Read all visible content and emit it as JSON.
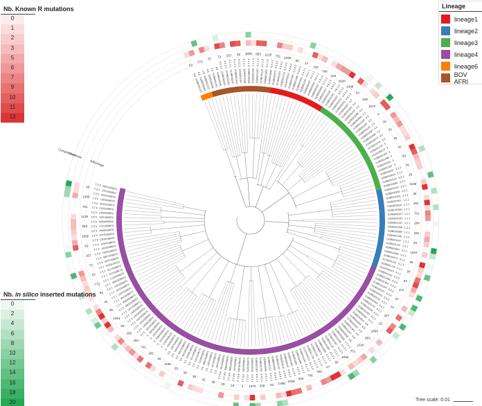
{
  "known_r_legend": {
    "title": "Nb. Known R mutations",
    "levels": [
      "0",
      "1",
      "2",
      "3",
      "5",
      "6",
      "7",
      "9",
      "10",
      "11",
      "13"
    ],
    "colors": [
      "#fdecec",
      "#fbdcdc",
      "#f9cccc",
      "#f6bbbb",
      "#f3a9a9",
      "#f09797",
      "#ec8484",
      "#e87171",
      "#e45f5f",
      "#e04c4c",
      "#dc3535"
    ]
  },
  "insilico_legend": {
    "title_prefix": "Nb.",
    "title_italic": "in silico",
    "title_suffix": "inserted mutations",
    "levels": [
      "0",
      "2",
      "4",
      "6",
      "8",
      "10",
      "12",
      "14",
      "16",
      "18",
      "20"
    ],
    "colors": [
      "#eef8f1",
      "#daf0e1",
      "#c6e8d2",
      "#b2e0c2",
      "#9ed8b2",
      "#8ad0a3",
      "#76c893",
      "#62c084",
      "#4eb874",
      "#3ab065",
      "#26a856"
    ]
  },
  "lineage_legend": {
    "title": "Lineage",
    "items": [
      {
        "label": "lineage1",
        "color": "#e41a1c"
      },
      {
        "label": "lineage2",
        "color": "#377eb8"
      },
      {
        "label": "lineage3",
        "color": "#4daf4a"
      },
      {
        "label": "lineage4",
        "color": "#984ea3"
      },
      {
        "label": "lineage6",
        "color": "#ff7f00"
      },
      {
        "label": "BOV AFRI",
        "color": "#a65628"
      }
    ]
  },
  "ring_labels": [
    "Complement",
    "Database",
    "Lineage",
    "SIT"
  ],
  "scale_bar": {
    "label": "Tree scale: 0.01"
  },
  "tip_labels": {
    "sample_ids": [
      "S19BD02122",
      "S18BD00962",
      "S18BD01337",
      "S20BD00206",
      "S18BD01281",
      "S18BD00367",
      "S18BD02010",
      "S19BD02053",
      "S19BD00267",
      "S19BD01943",
      "S18BD01347",
      "S20BD03398",
      "S18BD00958",
      "S19BD02166",
      "S19BD01457",
      "S19BD01129",
      "S18BD01897",
      "S19BD01890",
      "S19BD00373",
      "S17BD01153",
      "S19BD01725",
      "S11MY00210",
      "S18BD01440",
      "S19BD01486",
      "S18BD01991",
      "S20BD01597",
      "S19BD00437",
      "S20BD03010"
    ],
    "lineage_codes": [
      "4.8",
      "4.1.2.1",
      "4.1.1.3",
      "4.3.4.2",
      "4.4.1.1",
      "4.6.1.2",
      "4.2",
      "4.5",
      "3",
      "2.2.1",
      "1.1.1",
      "1.2.1",
      "4.1.1",
      "4.3.3",
      "4.2.1"
    ],
    "sit_values": [
      "53",
      "172",
      "37",
      "73",
      "167",
      "52",
      "1805",
      "853",
      "1129",
      "751",
      "1066",
      "50",
      "47",
      "768",
      "746",
      "433",
      "1928",
      "1498",
      "54",
      "238",
      "1570",
      "2",
      "19",
      "33",
      "45",
      "42",
      "36",
      "26",
      "25",
      "1198",
      "48",
      "291",
      "741",
      "284",
      "182",
      "84",
      "1264",
      "39",
      "34"
    ]
  }
}
